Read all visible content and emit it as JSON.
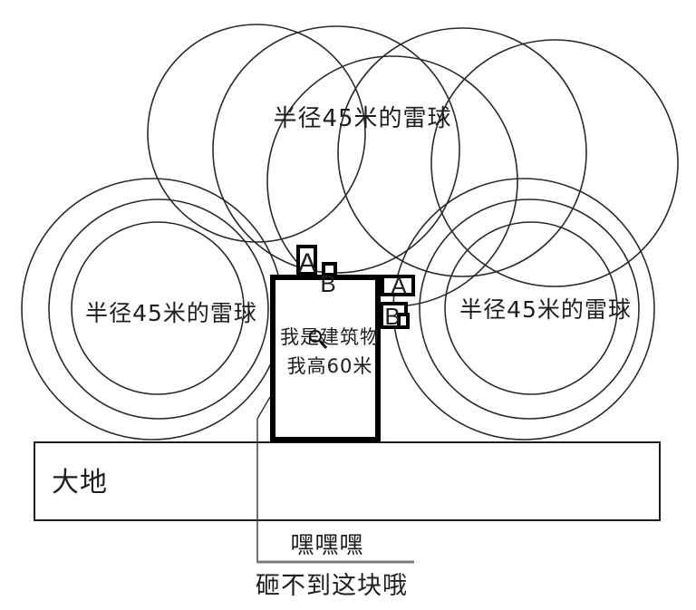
{
  "diagram": {
    "title_meaning": "rolling-sphere lightning protection sketch",
    "labels": {
      "top_sphere": "半径45米的雷球",
      "left_sphere": "半径45米的雷球",
      "right_sphere": "半径45米的雷球",
      "building_line1": "我是建筑物",
      "building_line2": "我高60米",
      "ground": "大地",
      "callout_line1": "嘿嘿嘿",
      "callout_line2": "砸不到这块哦"
    },
    "markers": {
      "a_top": "A",
      "b_top": "B",
      "a_right": "A",
      "b_right": "B"
    },
    "colors": {
      "background": "#ffffff",
      "thin_stroke": "#2a2a2a",
      "heavy_stroke": "#000000",
      "underline_gray": "#7d7d7d"
    }
  }
}
